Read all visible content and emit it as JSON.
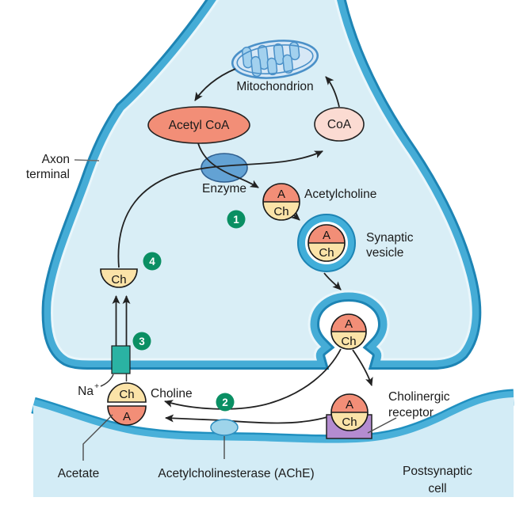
{
  "labels": {
    "axon_terminal": {
      "line1": "Axon",
      "line2": "terminal"
    },
    "mitochondrion": "Mitochondrion",
    "acetyl_coa": "Acetyl CoA",
    "coa": "CoA",
    "enzyme": "Enzyme",
    "acetylcholine": "Acetylcholine",
    "synaptic_vesicle": {
      "line1": "Synaptic",
      "line2": "vesicle"
    },
    "na": "Na",
    "na_sup": "+",
    "choline": "Choline",
    "acetate": "Acetate",
    "ache": "Acetylcholinesterase (AChE)",
    "cholinergic_receptor": {
      "line1": "Cholinergic",
      "line2": "receptor"
    },
    "postsynaptic_cell": {
      "line1": "Postsynaptic",
      "line2": "cell"
    }
  },
  "molecules": {
    "acetyl": "A",
    "choline": "Ch"
  },
  "steps": {
    "s1": "1",
    "s2": "2",
    "s3": "3",
    "s4": "4"
  },
  "colors": {
    "membrane_blue": "#45acd6",
    "membrane_edge": "#1d84b4",
    "membrane_inner_line": "#e9f6fb",
    "cytoplasm": "#d9eef6",
    "postsynaptic_fill": "#d3ecf6",
    "acetyl_salmon": "#f28e77",
    "coa_pale_pink": "#fbdbd2",
    "choline_gold": "#fbe3a8",
    "enzyme_blue": "#63a2d4",
    "transporter_teal": "#2ab3a3",
    "receptor_purple": "#b48cd0",
    "step_badge_green": "#0a8f63",
    "ache_light_blue": "#9ed4ea",
    "mitochondrion_fill": "#d7e8f6",
    "mitochondrion_line": "#4a90c8"
  }
}
